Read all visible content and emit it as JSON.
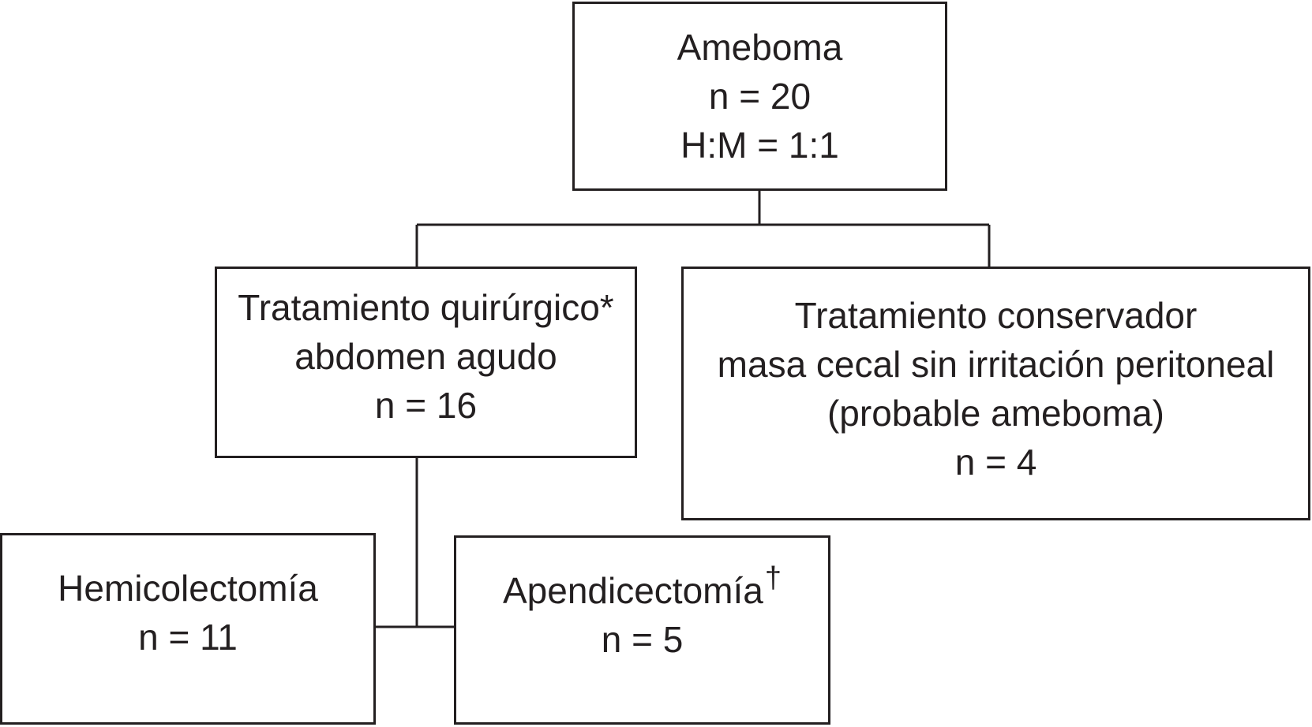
{
  "diagram": {
    "root": {
      "line1": "Ameboma",
      "line2": "n = 20",
      "line3": "H:M = 1:1"
    },
    "surgical": {
      "line1": "Tratamiento quirúrgico*",
      "line2": "abdomen agudo",
      "line3": "n = 16"
    },
    "conservative": {
      "line1": "Tratamiento conservador",
      "line2": "masa cecal sin irritación peritoneal",
      "line3": "(probable ameboma)",
      "line4": "n = 4"
    },
    "hemicolectomy": {
      "line1": "Hemicolectomía",
      "line2": "n = 11"
    },
    "appendectomy": {
      "line1": "Apendicectomía",
      "mark": "†",
      "line2": "n = 5"
    }
  },
  "colors": {
    "line": "#231f20",
    "background": "#ffffff"
  }
}
